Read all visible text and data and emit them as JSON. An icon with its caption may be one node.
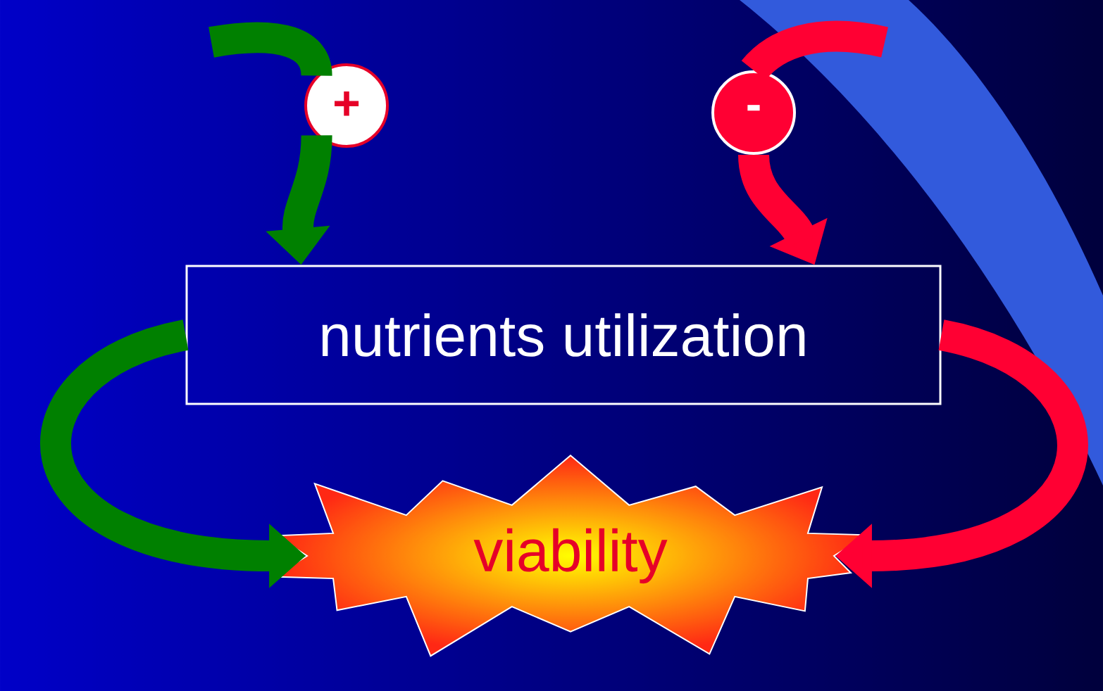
{
  "diagram": {
    "nodes": [
      {
        "text": [
          "+"
        ]
      },
      {
        "text": [
          "-"
        ]
      },
      {
        "text": [
          "nutrients utilization"
        ]
      },
      {
        "text": [
          "viability"
        ]
      }
    ],
    "edges": [
      {
        "from": 0,
        "to": 2,
        "arrow": "to",
        "color": "#008000"
      },
      {
        "from": 1,
        "to": 2,
        "arrow": "to",
        "color": "#ff0033"
      },
      {
        "from": 2,
        "to": 3,
        "arrow": "to",
        "color": "#008000"
      },
      {
        "from": 2,
        "to": 3,
        "arrow": "to",
        "color": "#ff0033"
      }
    ]
  }
}
